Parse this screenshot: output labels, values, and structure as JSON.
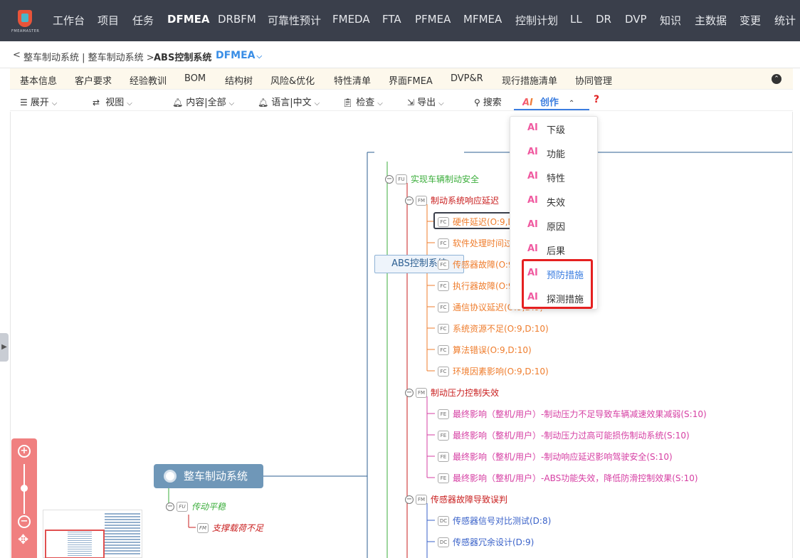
{
  "nav": {
    "logo_text": "FMEAMASTER",
    "items": [
      "工作台",
      "项目",
      "任务",
      "DFMEA",
      "DRBFM",
      "可靠性预计",
      "FMEDA",
      "FTA",
      "PFMEA",
      "MFMEA",
      "控制计划",
      "LL",
      "DR",
      "DVP",
      "知识",
      "主数据",
      "变更",
      "统计"
    ],
    "active": "DFMEA"
  },
  "breadcrumb": {
    "back": "<",
    "path": "整车制动系统 | 整车制动系统 >",
    "current": "ABS控制系统",
    "module": "DFMEA"
  },
  "tabs": [
    "基本信息",
    "客户要求",
    "经验教训",
    "BOM",
    "结构树",
    "风险&优化",
    "特性清单",
    "界面FMEA",
    "DVP&R",
    "现行措施清单",
    "协同管理"
  ],
  "toolbar": {
    "expand": "展开",
    "view": "视图",
    "content": "内容|全部",
    "language": "语言|中文",
    "check": "检查",
    "export": "导出",
    "search": "搜索",
    "ai_logo": "AI",
    "create": "创作",
    "help": "?"
  },
  "create_menu": {
    "ai_tag": "AI",
    "items": [
      "下级",
      "功能",
      "特性",
      "失效",
      "原因",
      "后果",
      "预防措施",
      "探测措施"
    ]
  },
  "tree": {
    "root": "ABS控制系统",
    "system": "整车制动系统",
    "fu1": {
      "badge": "FU",
      "label": "实现车辆制动安全"
    },
    "fm1": {
      "badge": "FM",
      "label": "制动系统响应延迟"
    },
    "fm1_causes": [
      {
        "badge": "FC",
        "label": "硬件延迟(O:9,D"
      },
      {
        "badge": "FC",
        "label": "软件处理时间过"
      },
      {
        "badge": "FC",
        "label": "传感器故障(O:9"
      },
      {
        "badge": "FC",
        "label": "执行器故障(O:9"
      },
      {
        "badge": "FC",
        "label": "通信协议延迟(O:9,D:9)"
      },
      {
        "badge": "FC",
        "label": "系统资源不足(O:9,D:10)"
      },
      {
        "badge": "FC",
        "label": "算法错误(O:9,D:10)"
      },
      {
        "badge": "FC",
        "label": "环境因素影响(O:9,D:10)"
      }
    ],
    "fm2": {
      "badge": "FM",
      "label": "制动压力控制失效"
    },
    "fm2_effects": [
      {
        "badge": "FE",
        "label": "最终影响（整机/用户）-制动压力不足导致车辆减速效果减弱(S:10)"
      },
      {
        "badge": "FE",
        "label": "最终影响（整机/用户）-制动压力过高可能损伤制动系统(S:10)"
      },
      {
        "badge": "FE",
        "label": "最终影响（整机/用户）-制动响应延迟影响驾驶安全(S:10)"
      },
      {
        "badge": "FE",
        "label": "最终影响（整机/用户）-ABS功能失效，降低防滑控制效果(S:10)"
      }
    ],
    "fm3": {
      "badge": "FM",
      "label": "传感器故障导致误判"
    },
    "fm3_controls": [
      {
        "badge": "DC",
        "label": "传感器信号对比测试(D:8)"
      },
      {
        "badge": "DC",
        "label": "传感器冗余设计(D:9)"
      }
    ],
    "fu2": {
      "badge": "FU",
      "label": "传动平稳"
    },
    "fm4": {
      "badge": "FM",
      "label": "支撑载荷不足"
    }
  },
  "colors": {
    "nav_bg": "#3a3f4b",
    "fu": "#3cae3c",
    "fm": "#c91f1f",
    "fc": "#ef7d2d",
    "fe": "#d63fa3",
    "dc": "#3a62c9",
    "accent": "#3a7de0",
    "highlight_box": "#e52020"
  }
}
